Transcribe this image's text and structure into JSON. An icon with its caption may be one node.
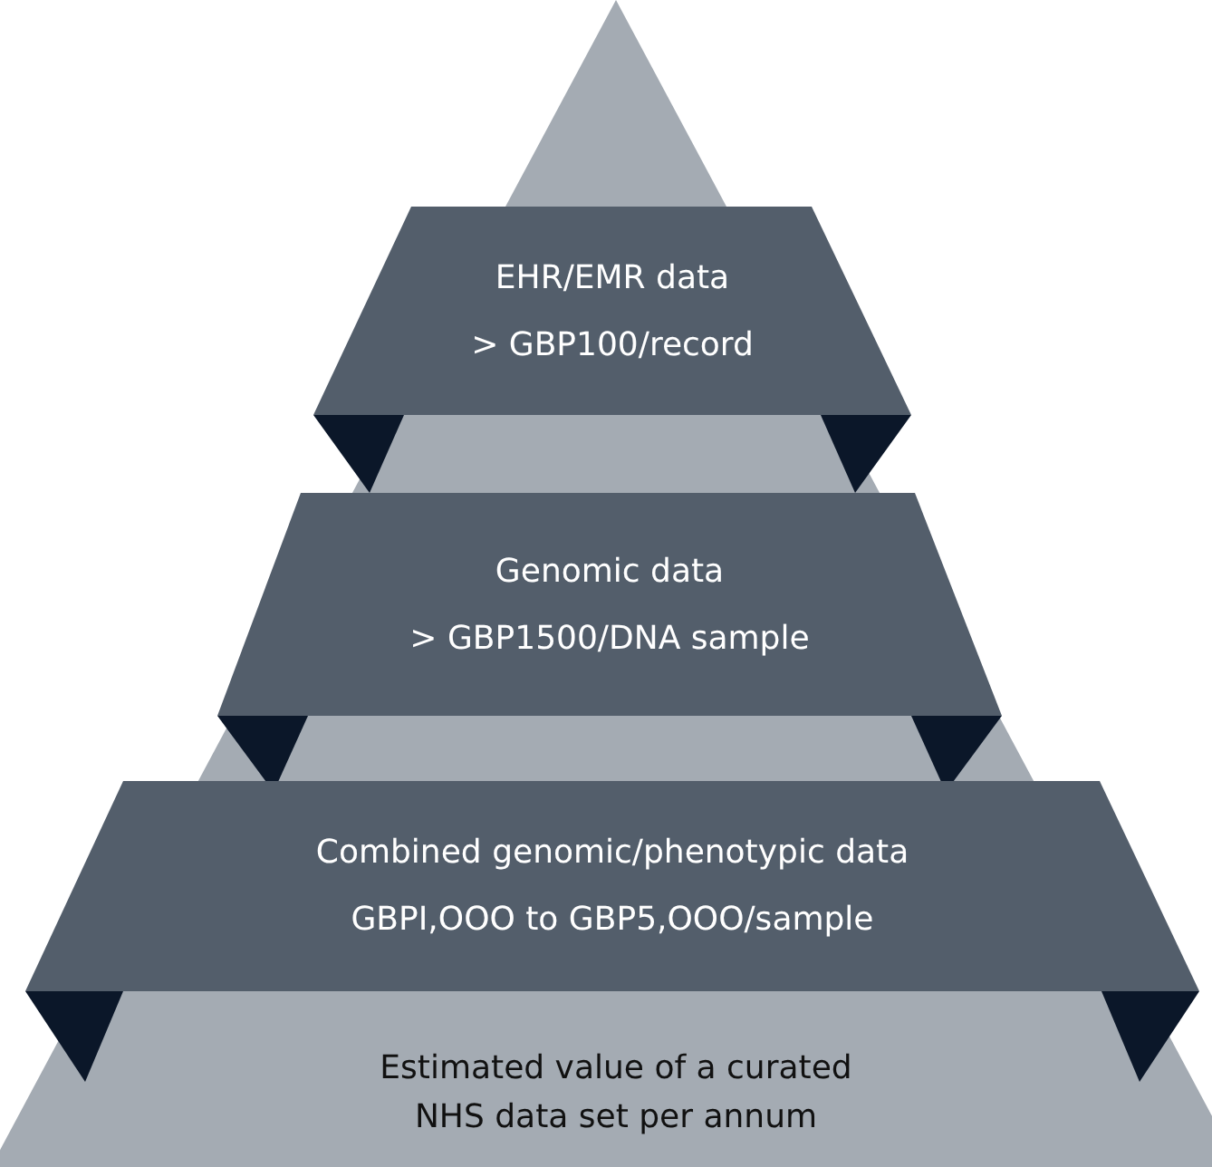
{
  "diagram": {
    "nodes": [
      {
        "text": [
          "EHR/EMR data",
          "> GBP100/record"
        ]
      },
      {
        "text": [
          "Genomic data",
          "> GBP1500/DNA sample"
        ]
      },
      {
        "text": [
          "Combined genomic/phenotypic data",
          "GBPI,OOO to GBP5,OOO/sample"
        ]
      },
      {
        "text": [
          "Estimated value of a curated NHS data set per annum"
        ]
      }
    ]
  }
}
